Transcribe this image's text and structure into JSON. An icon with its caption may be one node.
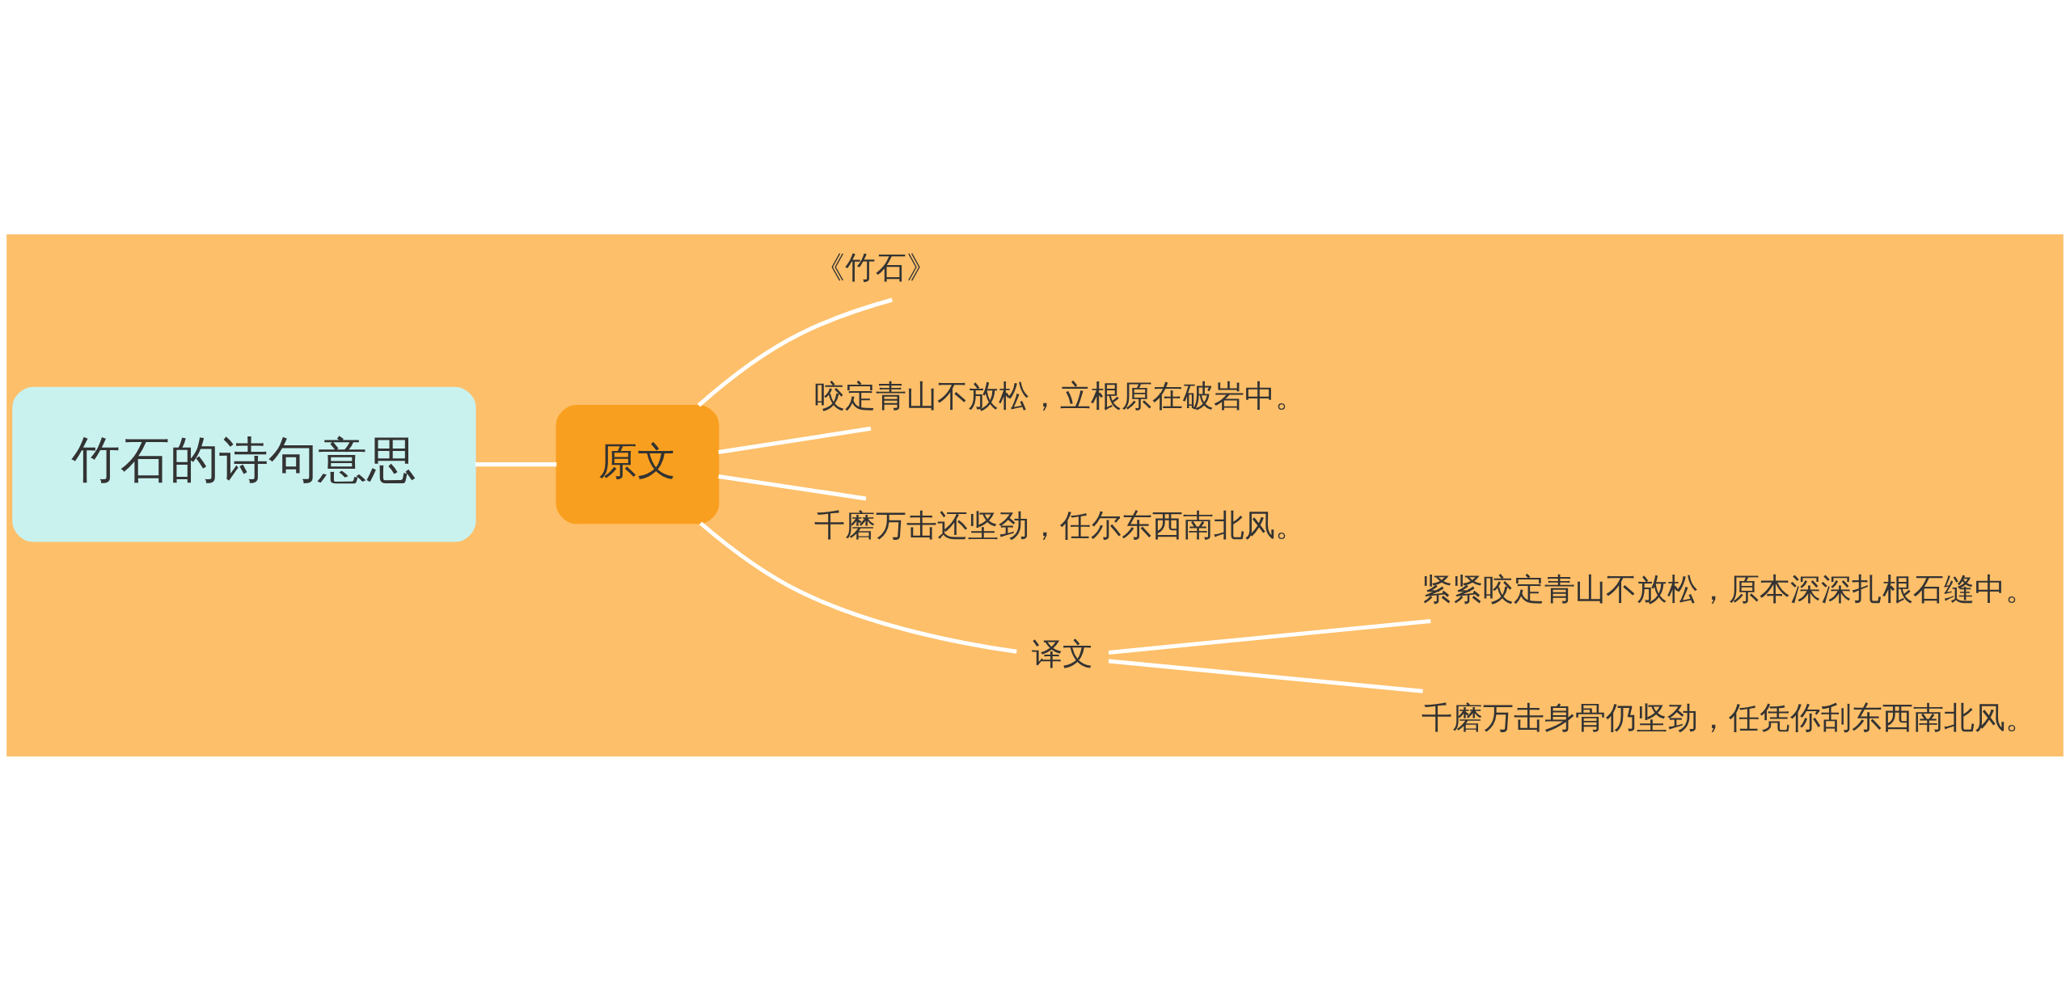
{
  "diagram": {
    "nodes": [
      {
        "text": [
          "竹石的诗句意思"
        ]
      },
      {
        "text": [
          "原文"
        ]
      },
      {
        "text": [
          "《竹石》"
        ]
      },
      {
        "text": [
          "咬定青山不放松，立根原在破岩中。"
        ]
      },
      {
        "text": [
          "千磨万击还坚劲，任尔东西南北风。"
        ]
      },
      {
        "text": [
          "译文"
        ]
      },
      {
        "text": [
          "紧紧咬定青山不放松，原本深深扎根石缝中。"
        ]
      },
      {
        "text": [
          "千磨万击身骨仍坚劲，任凭你刮东西南北风。"
        ]
      }
    ],
    "edges": [
      {
        "from": 0,
        "to": 1,
        "arrow": "none"
      },
      {
        "from": 1,
        "to": 2,
        "arrow": "none"
      },
      {
        "from": 1,
        "to": 3,
        "arrow": "none"
      },
      {
        "from": 1,
        "to": 4,
        "arrow": "none"
      },
      {
        "from": 1,
        "to": 5,
        "arrow": "none"
      },
      {
        "from": 5,
        "to": 6,
        "arrow": "none"
      },
      {
        "from": 5,
        "to": 7,
        "arrow": "none"
      }
    ]
  }
}
